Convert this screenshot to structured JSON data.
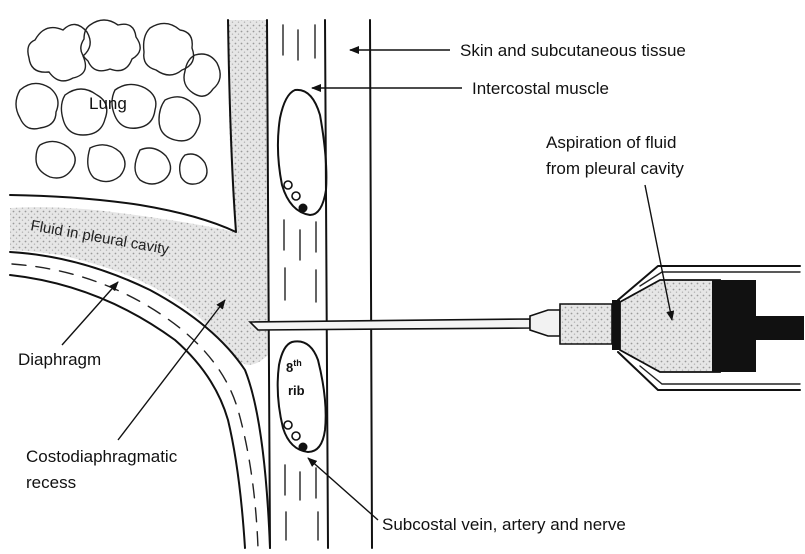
{
  "labels": {
    "lung": "Lung",
    "skin": "Skin and subcutaneous tissue",
    "intercostal_muscle": "Intercostal muscle",
    "aspiration_line1": "Aspiration of fluid",
    "aspiration_line2": "from pleural cavity",
    "fluid": "Fluid in pleural cavity",
    "diaphragm": "Diaphragm",
    "costo_line1": "Costodiaphragmatic",
    "costo_line2": "recess",
    "rib_num": "8",
    "rib_sup": "th",
    "rib_word": "rib",
    "subcostal": "Subcostal vein, artery and nerve"
  },
  "colors": {
    "ink": "#111111",
    "stipple": "#d9d9d9",
    "plunger": "#111111",
    "background": "#ffffff"
  }
}
